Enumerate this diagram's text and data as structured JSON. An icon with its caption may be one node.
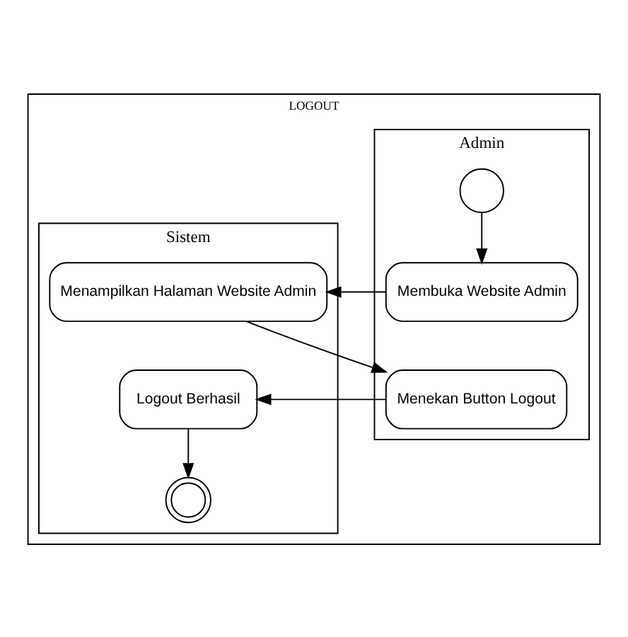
{
  "diagram": {
    "nodes": [
      {
        "text": [
          "LOGOUT"
        ]
      },
      {
        "text": [
          "Admin"
        ],
        "in": 0
      },
      {
        "text": [
          "Sistem"
        ],
        "in": 0
      },
      {
        "text": [],
        "shape": "circle",
        "in": 1
      },
      {
        "text": [
          "Membuka Website Admin"
        ],
        "in": 1
      },
      {
        "text": [
          "Menampilkan Halaman Website Admin"
        ],
        "in": 2
      },
      {
        "text": [
          "Menekan Button Logout"
        ],
        "in": 1
      },
      {
        "text": [
          "Logout Berhasil"
        ],
        "in": 2
      },
      {
        "text": [],
        "shape": "circle",
        "in": 2
      }
    ],
    "edges": [
      {
        "from": 3,
        "to": 4,
        "arrow": "to"
      },
      {
        "from": 4,
        "to": 5,
        "arrow": "to"
      },
      {
        "from": 5,
        "to": 6,
        "arrow": "to"
      },
      {
        "from": 6,
        "to": 7,
        "arrow": "to"
      },
      {
        "from": 7,
        "to": 8,
        "arrow": "to"
      }
    ]
  }
}
